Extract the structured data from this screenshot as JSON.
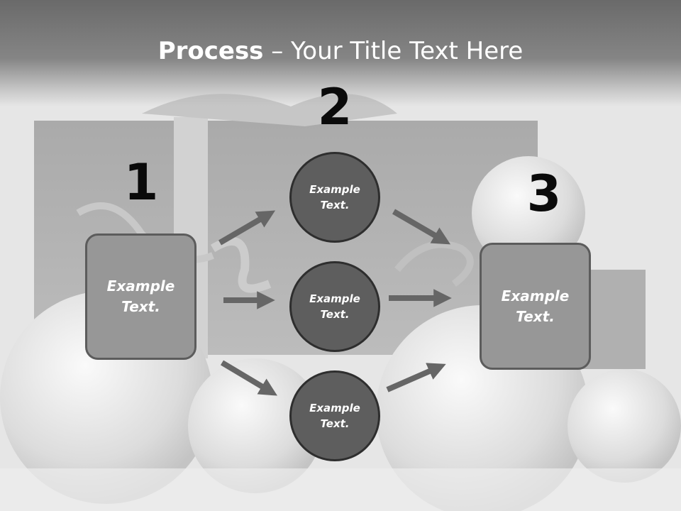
{
  "title": {
    "bold": "Process",
    "rest": " – Your Title Text Here"
  },
  "steps": [
    {
      "number": "1",
      "label": "Example Text."
    },
    {
      "number": "2",
      "items": [
        "Example Text.",
        "Example Text.",
        "Example Text."
      ]
    },
    {
      "number": "3",
      "label": "Example Text."
    }
  ],
  "colors": {
    "box": "#979797",
    "circle": "#5e5e5e",
    "arrow": "#666666",
    "title_bar": "#787878"
  }
}
